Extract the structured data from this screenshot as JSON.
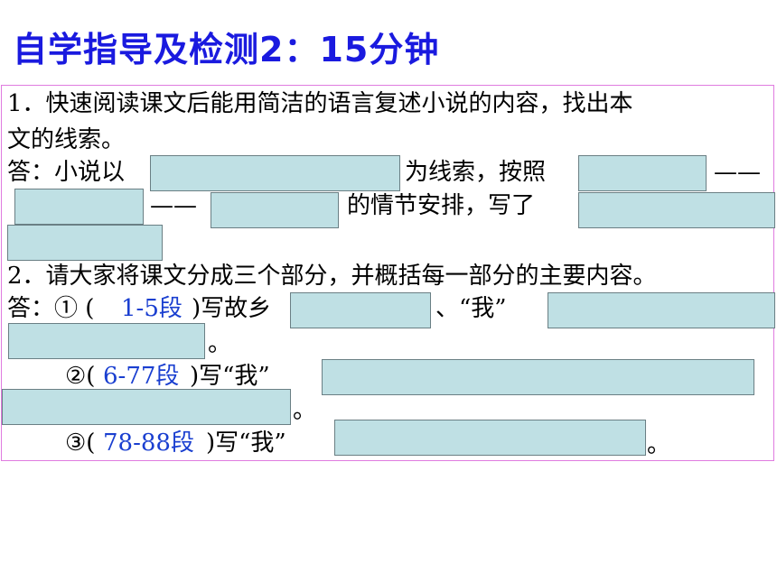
{
  "title": "自学指导及检测2：15分钟",
  "q1": {
    "line1": "1．快速阅读课文后能用简洁的语言复述小说的内容，找出本",
    "line2": "文的线索。",
    "ans_a": "答：小说以",
    "ans_b": "为线索，按照",
    "dash1": "——",
    "dash2": "——",
    "ans_c": "的情节安排，写了"
  },
  "q2": {
    "line1": "2．请大家将课文分成三个部分，并概括每一部分的主要内容。",
    "p1_prefix": "答：① (",
    "p1_range": "1-5段",
    "p1_text": ")写故乡",
    "p1_sep": "、“我”",
    "p1_end": "。",
    "p2_prefix": "②(",
    "p2_range": "6-77段",
    "p2_text": ")写“我”",
    "p2_end": "。",
    "p3_prefix": "③(",
    "p3_range": "78-88段",
    "p3_text": ")写“我”",
    "p3_end": "。"
  }
}
